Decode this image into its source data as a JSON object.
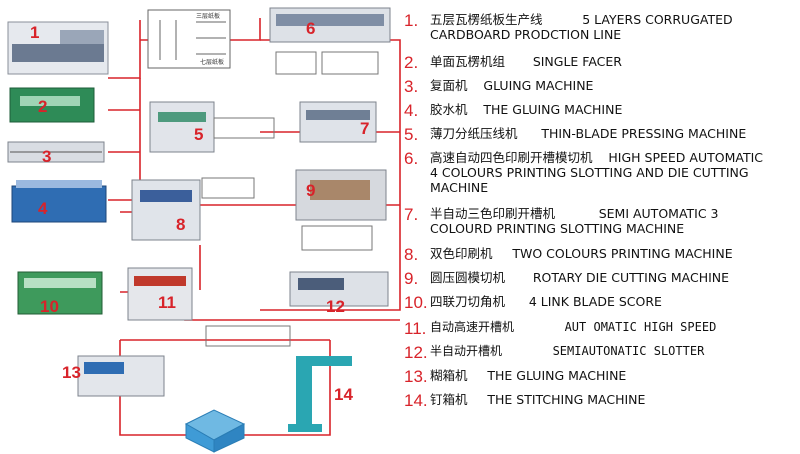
{
  "diagram": {
    "numbers": [
      "1",
      "2",
      "3",
      "4",
      "5",
      "6",
      "7",
      "8",
      "9",
      "10",
      "11",
      "12",
      "13",
      "14"
    ],
    "sketch_text": {
      "panel_title": "三层纸板",
      "panel_bottom": "七层纸板"
    }
  },
  "legend": {
    "items": [
      {
        "num": "1.",
        "text": "五层瓦楞纸板生产线          5 LAYERS CORRUGATED\nCARDBOARD PRODCTION LINE",
        "mono": false
      },
      {
        "num": "2.",
        "text": "单面瓦楞机组       SINGLE FACER",
        "mono": false
      },
      {
        "num": "3.",
        "text": "复面机    GLUING MACHINE",
        "mono": false
      },
      {
        "num": "4.",
        "text": "胶水机    THE GLUING MACHINE",
        "mono": false
      },
      {
        "num": "5.",
        "text": "薄刀分纸压线机      THIN-BLADE PRESSING MACHINE",
        "mono": false
      },
      {
        "num": "6.",
        "text": "高速自动四色印刷开槽模切机    HIGH SPEED AUTOMATIC\n4 COLOURS PRINTING SLOTTING AND DIE CUTTING\nMACHINE",
        "mono": false
      },
      {
        "num": "7.",
        "text": "半自动三色印刷开槽机           SEMI AUTOMATIC 3\nCOLOURD PRINTING SLOTTING MACHINE",
        "mono": false
      },
      {
        "num": "8.",
        "text": "双色印刷机     TWO COLOURS PRINTING MACHINE",
        "mono": false
      },
      {
        "num": "9.",
        "text": "圆压圆模切机       ROTARY DIE CUTTING MACHINE",
        "mono": false
      },
      {
        "num": "10.",
        "text": "四联刀切角机      4 LINK BLADE SCORE",
        "mono": false
      },
      {
        "num": "11.",
        "text": "自动高速开槽机       AUT OMATIC HIGH SPEED",
        "mono": true
      },
      {
        "num": "12.",
        "text": "半自动开槽机       SEMIAUTONATIC SLOTTER",
        "mono": true
      },
      {
        "num": "13.",
        "text": "糊箱机     THE GLUING MACHINE",
        "mono": false
      },
      {
        "num": "14.",
        "text": "钉箱机     THE STITCHING MACHINE",
        "mono": false
      }
    ]
  }
}
